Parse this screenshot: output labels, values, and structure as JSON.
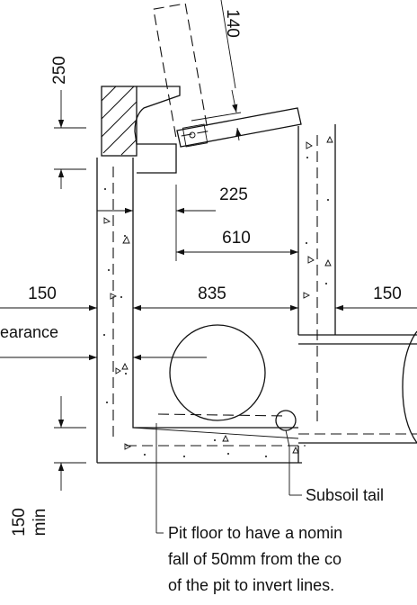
{
  "dimensions": {
    "lid_rebate": "140",
    "lid_height": "250",
    "offset_225": "225",
    "offset_610": "610",
    "wall_left": "150",
    "internal_width": "835",
    "wall_right": "150",
    "floor_thickness": "150",
    "min": "min"
  },
  "labels": {
    "clearance": "earance",
    "subsoil": "Subsoil tail",
    "floor_note_1": "Pit floor to have a nomin",
    "floor_note_2": "fall of 50mm from the co",
    "floor_note_3": "of the pit to invert lines."
  }
}
